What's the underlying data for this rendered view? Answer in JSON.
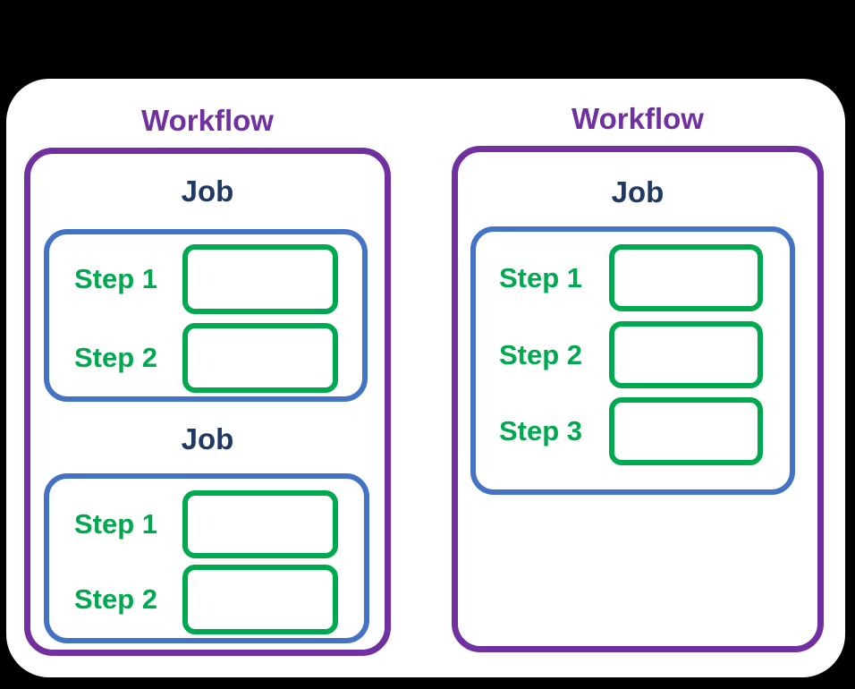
{
  "colors": {
    "page_bg": "#000000",
    "card_bg": "#ffffff",
    "purple": "#7030A0",
    "navy": "#1F3864",
    "blue": "#4472C4",
    "green": "#00A94F"
  },
  "workflows": [
    {
      "title": "Workflow",
      "jobs": [
        {
          "title": "Job",
          "steps": [
            {
              "label": "Step 1"
            },
            {
              "label": "Step 2"
            }
          ]
        },
        {
          "title": "Job",
          "steps": [
            {
              "label": "Step 1"
            },
            {
              "label": "Step 2"
            }
          ]
        }
      ]
    },
    {
      "title": "Workflow",
      "jobs": [
        {
          "title": "Job",
          "steps": [
            {
              "label": "Step 1"
            },
            {
              "label": "Step 2"
            },
            {
              "label": "Step 3"
            }
          ]
        }
      ]
    }
  ]
}
